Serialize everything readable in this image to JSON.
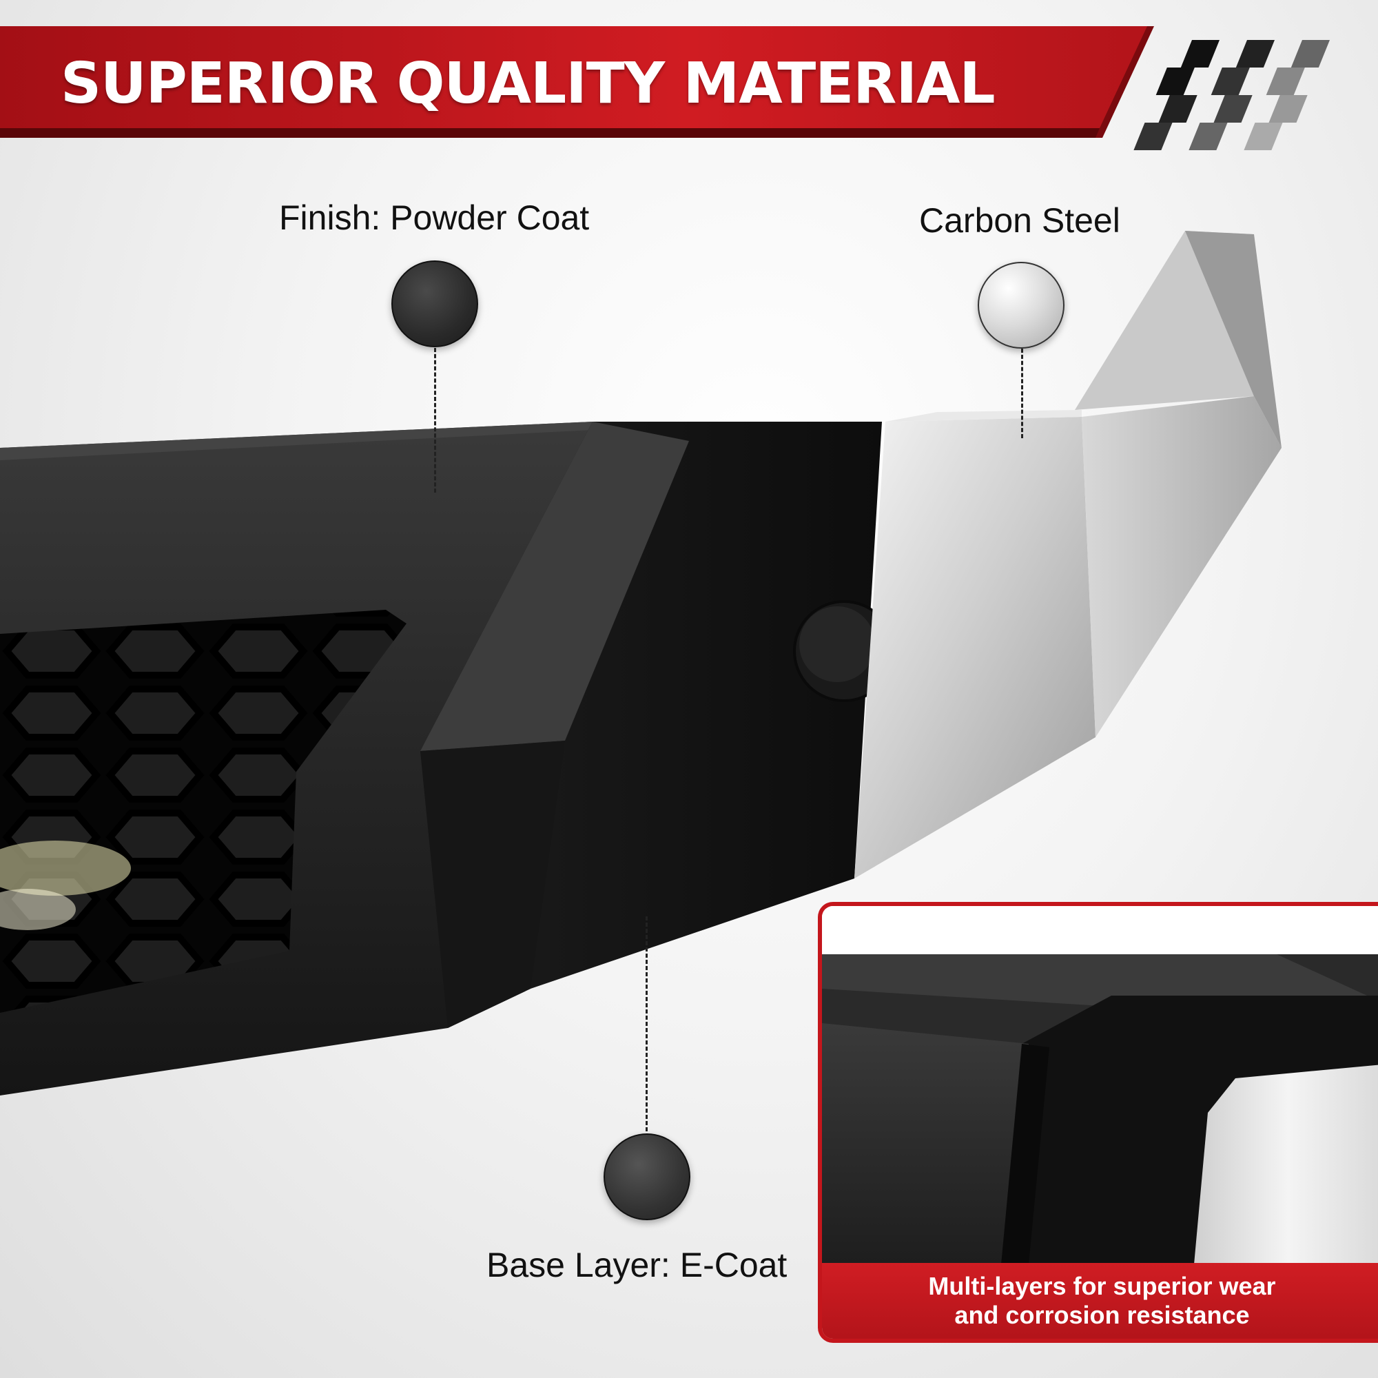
{
  "banner": {
    "title": "SUPERIOR QUALITY MATERIAL",
    "accent_color": "#c4161c"
  },
  "callouts": {
    "finish": {
      "label": "Finish: Powder Coat",
      "swatch_color": "#2b2b2b"
    },
    "steel": {
      "label": "Carbon Steel",
      "swatch_color": "#d9d9d9"
    },
    "base": {
      "label": "Base Layer: E-Coat",
      "swatch_color": "#333333"
    }
  },
  "inset": {
    "caption_line_1": "Multi-layers for superior wear",
    "caption_line_2": "and corrosion resistance",
    "border_color": "#c4161c"
  },
  "icons": [
    "checkered-flag-icon"
  ]
}
